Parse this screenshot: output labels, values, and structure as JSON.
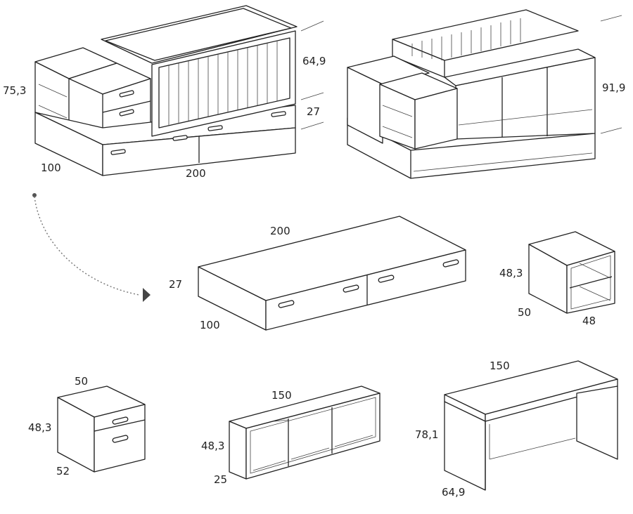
{
  "diagram": {
    "colors": {
      "line": "#222222",
      "background": "#ffffff",
      "arrow": "#555555"
    },
    "crib_assembled": {
      "height_label": "75,3",
      "depth_label": "100",
      "length_label": "200",
      "rail_height_label": "64,9",
      "base_height_label": "27"
    },
    "crib_expanded": {
      "height_label": "91,9"
    },
    "bed_base": {
      "length_label": "200",
      "height_label": "27",
      "depth_label": "100"
    },
    "small_shelf": {
      "height_label": "48,3",
      "depth_label": "50",
      "width_label": "48"
    },
    "nightstand": {
      "width_label": "50",
      "height_label": "48,3",
      "depth_label": "52"
    },
    "wall_shelf": {
      "length_label": "150",
      "height_label": "48,3",
      "depth_label": "25"
    },
    "desk": {
      "length_label": "150",
      "height_label": "78,1",
      "depth_label": "64,9"
    },
    "transform_arrow": {
      "icon": "dotted-curved-arrow-icon"
    }
  }
}
